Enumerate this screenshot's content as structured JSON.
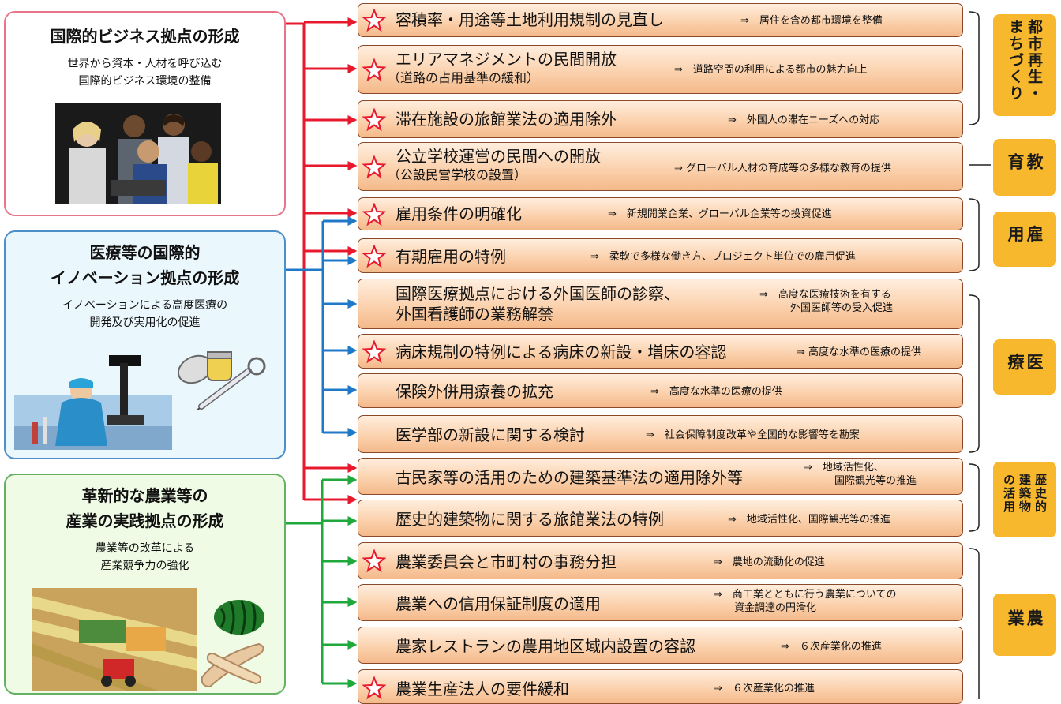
{
  "zones": [
    {
      "id": "biz",
      "title": "国際的ビジネス拠点の形成",
      "desc": "世界から資本・人材を呼び込む\n国際的ビジネス環境の整備",
      "color": "#e8748a"
    },
    {
      "id": "med",
      "title": "医療等の国際的\nイノベーション拠点の形成",
      "desc": "イノベーションによる高度医療の\n開発及び実用化の促進",
      "color": "#4f8fc9"
    },
    {
      "id": "agr",
      "title": "革新的な農業等の\n産業の実践拠点の形成",
      "desc": "農業等の改革による\n産業競争力の強化",
      "color": "#64b064"
    }
  ],
  "items": [
    {
      "star": true,
      "main": "容積率・用途等土地利用規制の見直し",
      "sub": "",
      "effect": "⇒　居住を含め都市環境を整備"
    },
    {
      "star": true,
      "main": "エリアマネジメントの民間開放",
      "sub": "（道路の占用基準の緩和）",
      "effect": "⇒　道路空間の利用による都市の魅力向上"
    },
    {
      "star": true,
      "main": "滞在施設の旅館業法の適用除外",
      "sub": "",
      "effect": "⇒　外国人の滞在ニーズへの対応"
    },
    {
      "star": true,
      "main": "公立学校運営の民間への開放",
      "sub": "（公設民営学校の設置）",
      "effect": "⇒ グローバル人材の育成等の多様な教育の提供"
    },
    {
      "star": true,
      "main": "雇用条件の明確化",
      "sub": "",
      "effect": "⇒　新規開業企業、グローバル企業等の投資促進"
    },
    {
      "star": true,
      "main": "有期雇用の特例",
      "sub": "",
      "effect": "⇒　柔軟で多様な働き方、プロジェクト単位での雇用促進"
    },
    {
      "star": false,
      "main": "国際医療拠点における外国医師の診察、",
      "sub": "外国看護師の業務解禁",
      "effect": "⇒　高度な医療技術を有する\n　　　外国医師等の受入促進"
    },
    {
      "star": true,
      "main": "病床規制の特例による病床の新設・増床の容認",
      "sub": "",
      "effect": "⇒ 高度な水準の医療の提供"
    },
    {
      "star": false,
      "main": "保険外併用療養の拡充",
      "sub": "",
      "effect": "⇒　高度な水準の医療の提供"
    },
    {
      "star": false,
      "main": "医学部の新設に関する検討",
      "sub": "",
      "effect": "⇒　社会保障制度改革や全国的な影響等を勘案"
    },
    {
      "star": false,
      "main": "古民家等の活用のための建築基準法の適用除外等",
      "sub": "",
      "effect": "⇒　地域活性化、\n　　　国際観光等の推進"
    },
    {
      "star": false,
      "main": "歴史的建築物に関する旅館業法の特例",
      "sub": "",
      "effect": "⇒　地域活性化、国際観光等の推進"
    },
    {
      "star": true,
      "main": "農業委員会と市町村の事務分担",
      "sub": "",
      "effect": "⇒　農地の流動化の促進"
    },
    {
      "star": false,
      "main": "農業への信用保証制度の適用",
      "sub": "",
      "effect": "⇒　商工業とともに行う農業についての\n　　資金調達の円滑化"
    },
    {
      "star": false,
      "main": "農家レストランの農用地区域内設置の容認",
      "sub": "",
      "effect": "⇒　６次産業化の推進"
    },
    {
      "star": true,
      "main": "農業生産法人の要件緩和",
      "sub": "",
      "effect": "⇒　６次産業化の推進"
    }
  ],
  "categories": [
    {
      "id": "toshi",
      "label": "都市再生・まちづくり"
    },
    {
      "id": "kyoiku",
      "label": "教育"
    },
    {
      "id": "koyo",
      "label": "雇用"
    },
    {
      "id": "iryo",
      "label": "医療"
    },
    {
      "id": "rekishi",
      "label": "歴史的建築物の活用"
    },
    {
      "id": "nogyo",
      "label": "農業"
    }
  ],
  "colors": {
    "red": "#e8192c",
    "blue": "#1f78c8",
    "green": "#1fa83c",
    "star": "#e8192c",
    "category": "#f7b82e"
  }
}
